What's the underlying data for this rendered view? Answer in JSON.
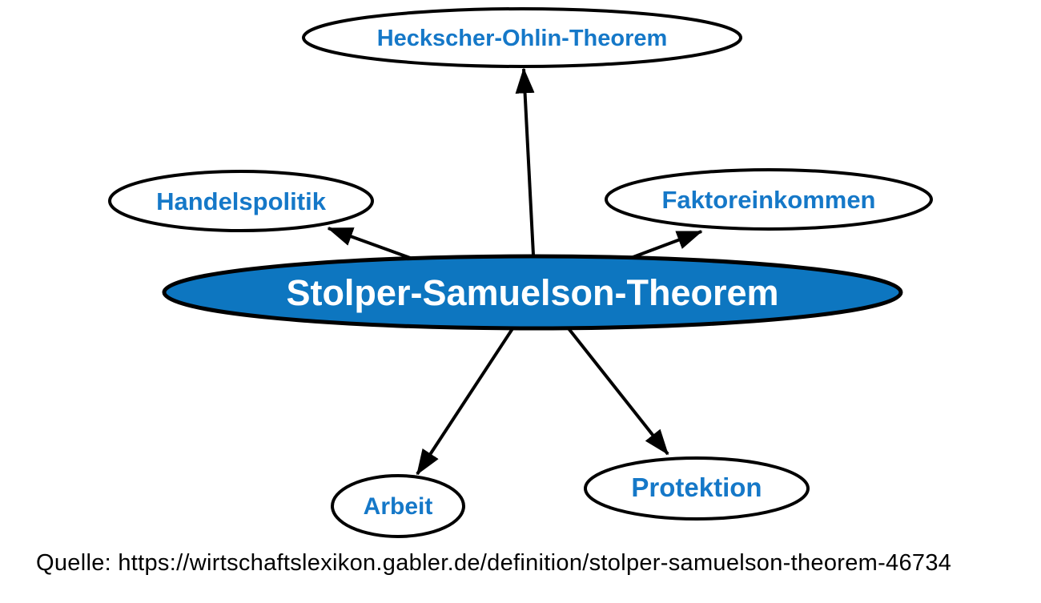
{
  "nodes": {
    "central": {
      "label": "Stolper-Samuelson-Theorem"
    },
    "heckscher": {
      "label": "Heckscher-Ohlin-Theorem"
    },
    "handelspolitik": {
      "label": "Handelspolitik"
    },
    "faktoreinkommen": {
      "label": "Faktoreinkommen"
    },
    "arbeit": {
      "label": "Arbeit"
    },
    "protektion": {
      "label": "Protektion"
    }
  },
  "edges": [
    {
      "from": "Stolper-Samuelson-Theorem",
      "to": "Heckscher-Ohlin-Theorem"
    },
    {
      "from": "Stolper-Samuelson-Theorem",
      "to": "Handelspolitik"
    },
    {
      "from": "Stolper-Samuelson-Theorem",
      "to": "Faktoreinkommen"
    },
    {
      "from": "Stolper-Samuelson-Theorem",
      "to": "Arbeit"
    },
    {
      "from": "Stolper-Samuelson-Theorem",
      "to": "Protektion"
    }
  ],
  "source": {
    "text": "Quelle: https://wirtschaftslexikon.gabler.de/definition/stolper-samuelson-theorem-46734"
  },
  "colors": {
    "center_fill": "#0d76c0",
    "label_blue": "#1578c8",
    "center_text": "#ffffff",
    "outline": "#000000",
    "background": "#ffffff"
  }
}
